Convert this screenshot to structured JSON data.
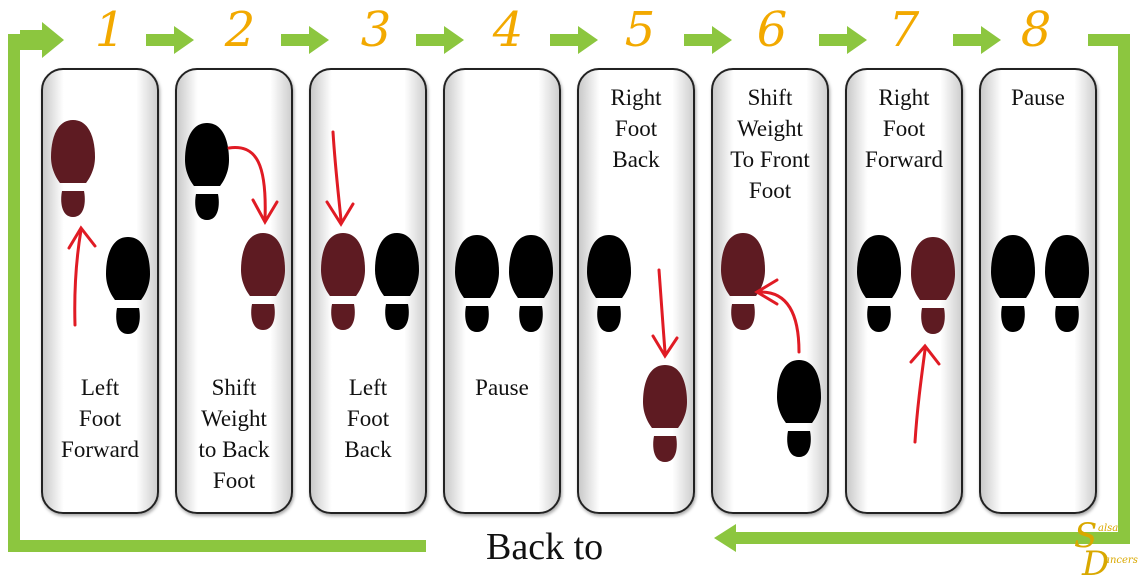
{
  "colors": {
    "flow_green": "#8cc63f",
    "number_orange": "#f2a900",
    "active_foot": "#5e1b22",
    "inactive_foot": "#000000",
    "motion_arrow": "#e01b24"
  },
  "icons": {
    "foot": "shoe-sole-icon",
    "motion": "red-arrow-icon",
    "flow": "green-arrow-icon"
  },
  "steps": [
    {
      "number": "1",
      "label": "Left\nFoot\nForward"
    },
    {
      "number": "2",
      "label": "Shift\nWeight\nto Back\nFoot"
    },
    {
      "number": "3",
      "label": "Left\nFoot\nBack"
    },
    {
      "number": "4",
      "label": "Pause"
    },
    {
      "number": "5",
      "label": "Right\nFoot\nBack"
    },
    {
      "number": "6",
      "label": "Shift\nWeight\nTo Front\nFoot"
    },
    {
      "number": "7",
      "label": "Right\nFoot\nForward"
    },
    {
      "number": "8",
      "label": "Pause"
    }
  ],
  "footer": {
    "back_to": "Back to"
  },
  "logo": {
    "letters": "SD",
    "text_top": "alsa",
    "text_bottom": "ancers"
  }
}
